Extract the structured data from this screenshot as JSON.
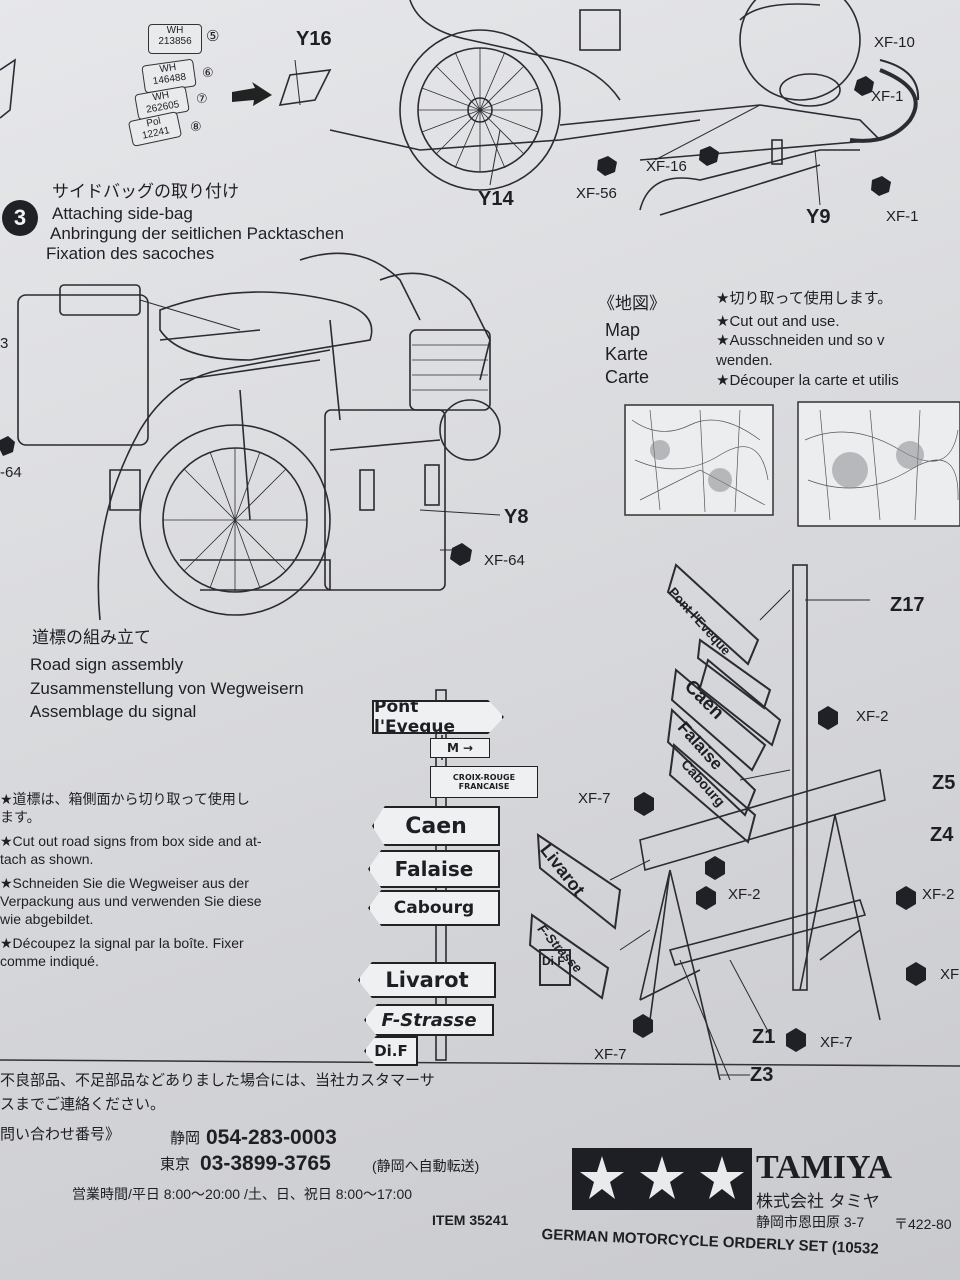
{
  "plates": [
    {
      "line1": "WH",
      "line2": "213856",
      "num": "⑤"
    },
    {
      "line1": "WH",
      "line2": "146488",
      "num": "⑥"
    },
    {
      "line1": "WH",
      "line2": "262605",
      "num": "⑦"
    },
    {
      "line1": "Pol",
      "line2": "12241",
      "num": "⑧"
    }
  ],
  "top_labels": {
    "y16": "Y16",
    "y14": "Y14",
    "y9": "Y9",
    "xf10": "XF-10",
    "xf1a": "XF-1",
    "xf16": "XF-16",
    "xf56": "XF-56",
    "xf1b": "XF-1"
  },
  "step3": {
    "number": "3",
    "jp": "サイドバッグの取り付け",
    "en": "Attaching side-bag",
    "de": "Anbringung der seitlichen Packtaschen",
    "fr": "Fixation des sacoches",
    "y8": "Y8",
    "xf64": "XF-64",
    "xf64_left": "-64",
    "left_cut": "3"
  },
  "map": {
    "jp": "《地図》",
    "en": "Map",
    "de": "Karte",
    "fr": "Carte",
    "note_jp": "★切り取って使用します。",
    "note_en": "★Cut out and use.",
    "note_de1": "★Ausschneiden und so v",
    "note_de2": "wenden.",
    "note_fr": "★Découper la carte et utilis"
  },
  "step4": {
    "jp": "道標の組み立て",
    "en": "Road sign assembly",
    "de": "Zusammenstellung von Wegweisern",
    "fr": "Assemblage du signal",
    "note_jp1": "★道標は、箱側面から切り取って使用し",
    "note_jp2": "ます。",
    "note_en1": "★Cut out road signs from box side and at-",
    "note_en2": "tach as shown.",
    "note_de1": "★Schneiden Sie die Wegweiser aus der",
    "note_de2": "Verpackung aus und verwenden Sie diese",
    "note_de3": "wie abgebildet.",
    "note_fr1": "★Découpez la signal par la boîte. Fixer",
    "note_fr2": "comme indiqué."
  },
  "signs": {
    "pont": "Pont l'Eveque",
    "m": "M",
    "croix1": "CROIX-ROUGE",
    "croix2": "FRANCAISE",
    "caen": "Caen",
    "falaise": "Falaise",
    "cabourg": "Cabourg",
    "livarot": "Livarot",
    "strasse": "F-Strasse",
    "dif": "Di.F"
  },
  "right_labels": {
    "z17": "Z17",
    "xf2a": "XF-2",
    "z5": "Z5",
    "z4": "Z4",
    "xf7a": "XF-7",
    "xf2b": "XF-2",
    "xf2c": "XF-2",
    "xfd": "XF",
    "z1": "Z1",
    "xf7b": "XF-7",
    "z3": "Z3",
    "xf7c": "XF-7"
  },
  "footer": {
    "jp1": "不良部品、不足部品などありました場合には、当社カスタマーサ",
    "jp2": "スまでご連絡ください。",
    "jp3": "問い合わせ番号》",
    "shizuoka": "静岡",
    "phone1": "054-283-0003",
    "tokyo": "東京",
    "phone2": "03-3899-3765",
    "transfer": "(静岡へ自動転送)",
    "hours": "営業時間/平日 8:00〜20:00 /土、日、祝日 8:00〜17:00",
    "item": "ITEM 35241",
    "title": "GERMAN MOTORCYCLE ORDERLY SET (10532",
    "brand": "TAMIYA",
    "company": "株式会社 タミヤ",
    "address": "静岡市恩田原 3-7",
    "zip": "〒422-80"
  }
}
